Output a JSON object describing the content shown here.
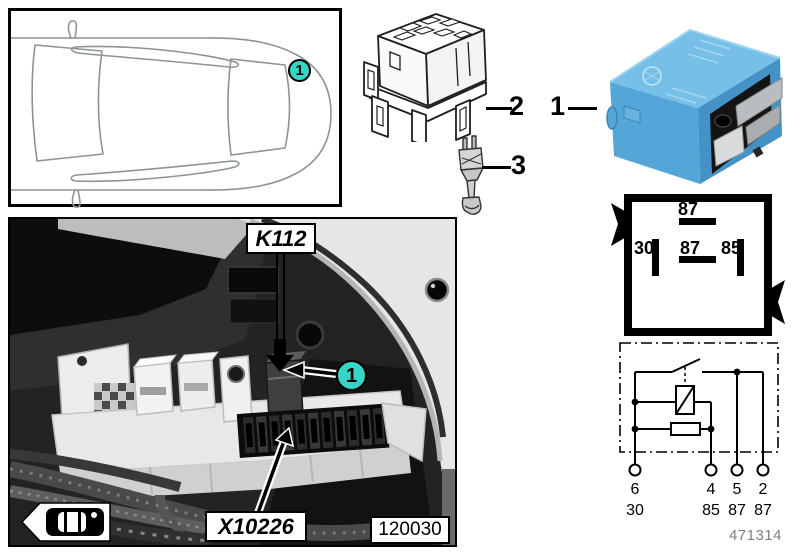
{
  "doc_number": "471314",
  "car_panel": {
    "marker": "1"
  },
  "parts_callouts": {
    "relay": "1",
    "socket": "2",
    "clip": "3"
  },
  "photo_panel": {
    "relay_code": "K112",
    "connector_code": "X10226",
    "image_number": "120030",
    "marker": "1"
  },
  "pin_diagram": {
    "top_pin": "87",
    "left_pin": "30",
    "center_pin": "87",
    "right_pin": "85"
  },
  "schematic": {
    "terminals": [
      {
        "pin": "6",
        "terminal": "30"
      },
      {
        "pin": "4",
        "terminal": "85"
      },
      {
        "pin": "5",
        "terminal": "87"
      },
      {
        "pin": "2",
        "terminal": "87"
      }
    ]
  },
  "colors": {
    "marker_teal": "#35d6c6",
    "relay_blue_top": "#76c0e7",
    "relay_blue_side": "#54a6d8",
    "relay_blue_front": "#4492c6"
  }
}
